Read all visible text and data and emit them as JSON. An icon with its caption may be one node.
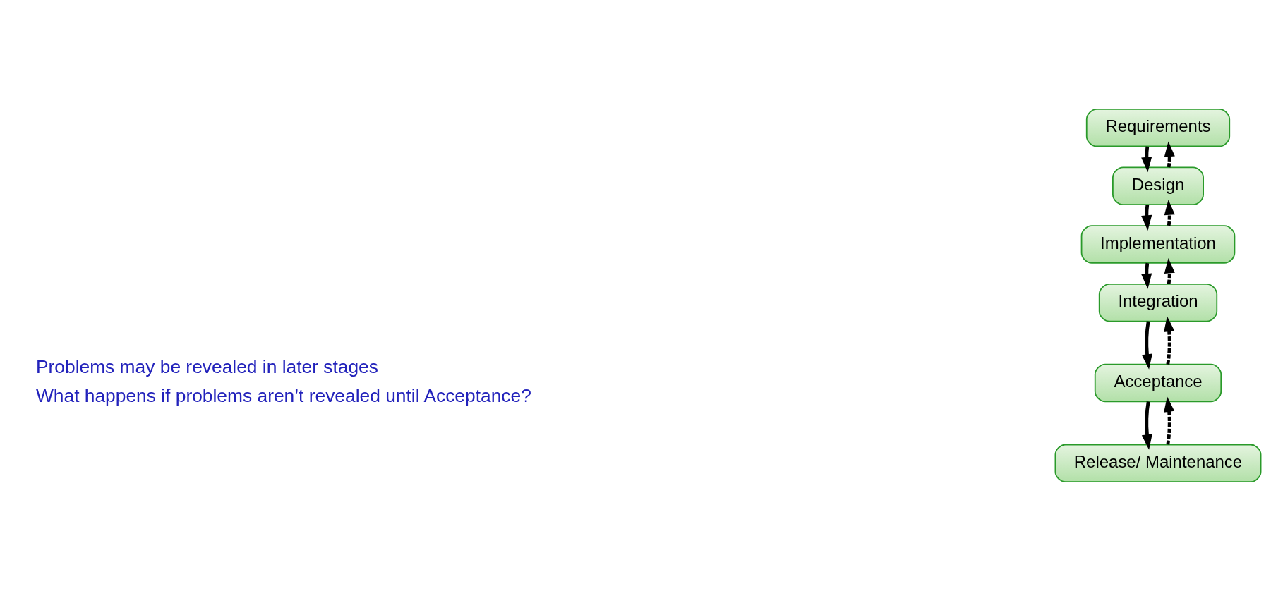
{
  "diagram": {
    "nodes": [
      {
        "text": [
          "Requirements"
        ]
      },
      {
        "text": [
          "Design"
        ]
      },
      {
        "text": [
          "Implementation"
        ]
      },
      {
        "text": [
          "Integration"
        ]
      },
      {
        "text": [
          "Acceptance"
        ]
      },
      {
        "text": [
          "Release/ Maintenance"
        ]
      }
    ],
    "edges": [
      {
        "from": 0,
        "to": 1,
        "arrow": "to"
      },
      {
        "from": 1,
        "to": 0,
        "arrow": "to",
        "style": "dashed"
      },
      {
        "from": 1,
        "to": 2,
        "arrow": "to"
      },
      {
        "from": 2,
        "to": 1,
        "arrow": "to",
        "style": "dashed"
      },
      {
        "from": 2,
        "to": 3,
        "arrow": "to"
      },
      {
        "from": 3,
        "to": 2,
        "arrow": "to",
        "style": "dashed"
      },
      {
        "from": 3,
        "to": 4,
        "arrow": "to"
      },
      {
        "from": 4,
        "to": 3,
        "arrow": "to",
        "style": "dashed"
      },
      {
        "from": 4,
        "to": 5,
        "arrow": "to"
      },
      {
        "from": 5,
        "to": 4,
        "arrow": "to",
        "style": "dashed"
      }
    ],
    "labels": [
      "Problems may be revealed in later stages",
      "What happens if problems aren’t revealed until Acceptance?"
    ]
  }
}
